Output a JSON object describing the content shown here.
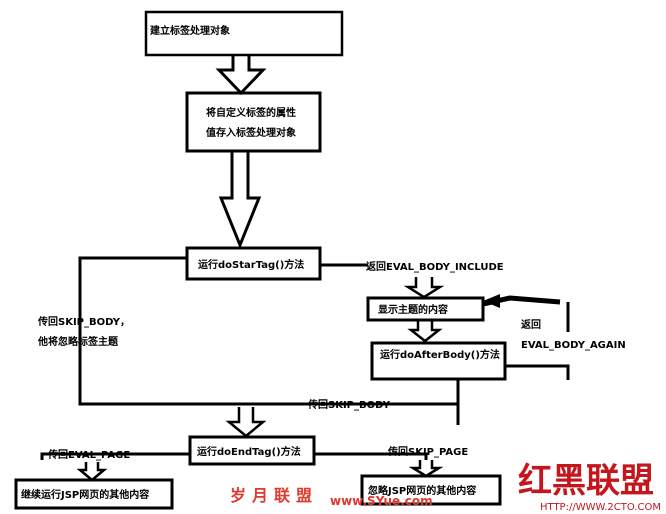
{
  "nodes": {
    "create": "建立标签处理对象",
    "store_line1": "将自定义标签的属性",
    "store_line2": "值存入标签处理对象",
    "start_tag": "运行doStarTag()方法",
    "show_body": "显示主题的内容",
    "after_body": "运行doAfterBody()方法",
    "end_tag": "运行doEndTag()方法",
    "continue_page": "继续运行JSP网页的其他内容",
    "skip_page": "忽略JSP网页的其他内容"
  },
  "edges": {
    "eval_body_include": "返回EVAL_BODY_INCLUDE",
    "return_word": "返回",
    "eval_body_again": "EVAL_BODY_AGAIN",
    "skip_body_line1": "传回SKIP_BODY，",
    "skip_body_line2": "他将忽略标签主题",
    "skip_body_mid": "传回SKIP_BODY",
    "eval_page": "传回EVAL_PAGE",
    "skip_page": "传回SKIP_PAGE"
  },
  "watermarks": {
    "site_cn": "岁月联盟",
    "site_url": "www.SYue.com",
    "brand": "红黑联盟",
    "brand_url": "HTTP://WWW.2CTO.COM"
  },
  "colors": {
    "line": "#000000",
    "watermark": "#e0392e"
  }
}
